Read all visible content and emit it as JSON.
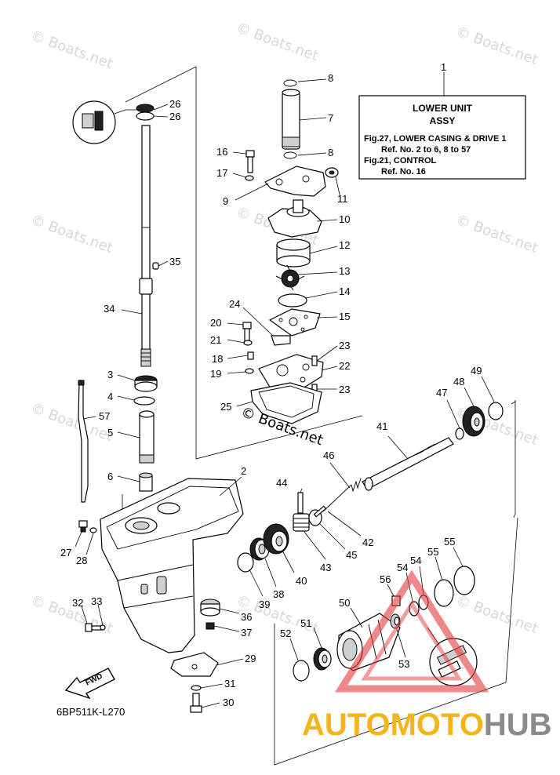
{
  "watermark": {
    "text": "© Boats.net"
  },
  "info_box": {
    "ref": "1",
    "title_line1": "LOWER UNIT",
    "title_line2": "ASSY",
    "line1": "Fig.27, LOWER CASING & DRIVE 1",
    "line2": "Ref. No. 2 to 6, 8 to 57",
    "line3": "Fig.21, CONTROL",
    "line4": "Ref. No. 16"
  },
  "diagram_code": "6BP511K-L270",
  "fwd_label": "FWD",
  "logo": {
    "part1": "AUTOMOTO",
    "part2": "HUB",
    "accent": "#f4b41a",
    "gray": "#8a8a8a",
    "triangle": "#e23b3b"
  },
  "labels": {
    "l2": "2",
    "l3": "3",
    "l4": "4",
    "l5": "5",
    "l6": "6",
    "l7": "7",
    "l8a": "8",
    "l8b": "8",
    "l9": "9",
    "l10": "10",
    "l11": "11",
    "l12": "12",
    "l13": "13",
    "l14": "14",
    "l15": "15",
    "l16": "16",
    "l17": "17",
    "l18": "18",
    "l19": "19",
    "l20": "20",
    "l21": "21",
    "l22": "22",
    "l23a": "23",
    "l23b": "23",
    "l24": "24",
    "l25": "25",
    "l26a": "26",
    "l26b": "26",
    "l27": "27",
    "l28": "28",
    "l29": "29",
    "l30": "30",
    "l31": "31",
    "l32": "32",
    "l33": "33",
    "l34": "34",
    "l35": "35",
    "l36": "36",
    "l37": "37",
    "l38": "38",
    "l39": "39",
    "l40": "40",
    "l41": "41",
    "l42": "42",
    "l43": "43",
    "l44": "44",
    "l45": "45",
    "l46": "46",
    "l47": "47",
    "l48": "48",
    "l49": "49",
    "l50": "50",
    "l51": "51",
    "l52": "52",
    "l53": "53",
    "l54a": "54",
    "l54b": "54",
    "l55a": "55",
    "l55b": "55",
    "l56": "56",
    "l57": "57"
  }
}
